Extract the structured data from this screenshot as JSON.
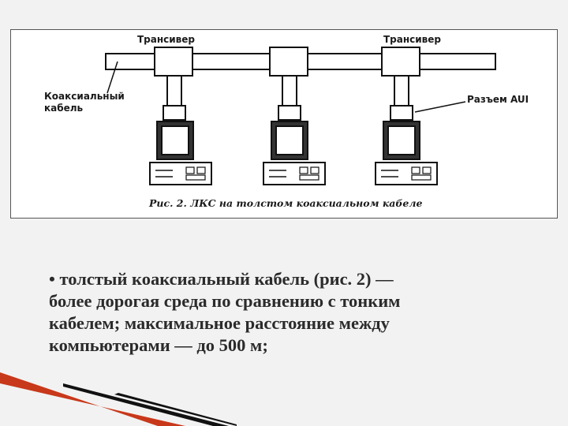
{
  "figure": {
    "labels": {
      "transceiver_1": "Трансивер",
      "transceiver_2": "Трансивер",
      "coax_line1": "Коаксиальный",
      "coax_line2": "кабель",
      "aui": "Разъем AUI"
    },
    "caption": "Рис. 2. ЛКС на толстом коаксиальном кабеле"
  },
  "body_text": {
    "line1": "• толстый коаксиальный кабель (рис. 2) —",
    "line2": "более дорогая среда по сравнению с тонким",
    "line3": "кабелем; максимальное расстояние между",
    "line4": "компьютерами — до 500 м;"
  },
  "colors": {
    "accent_red": "#c8381a",
    "background": "#f2f2f2"
  }
}
